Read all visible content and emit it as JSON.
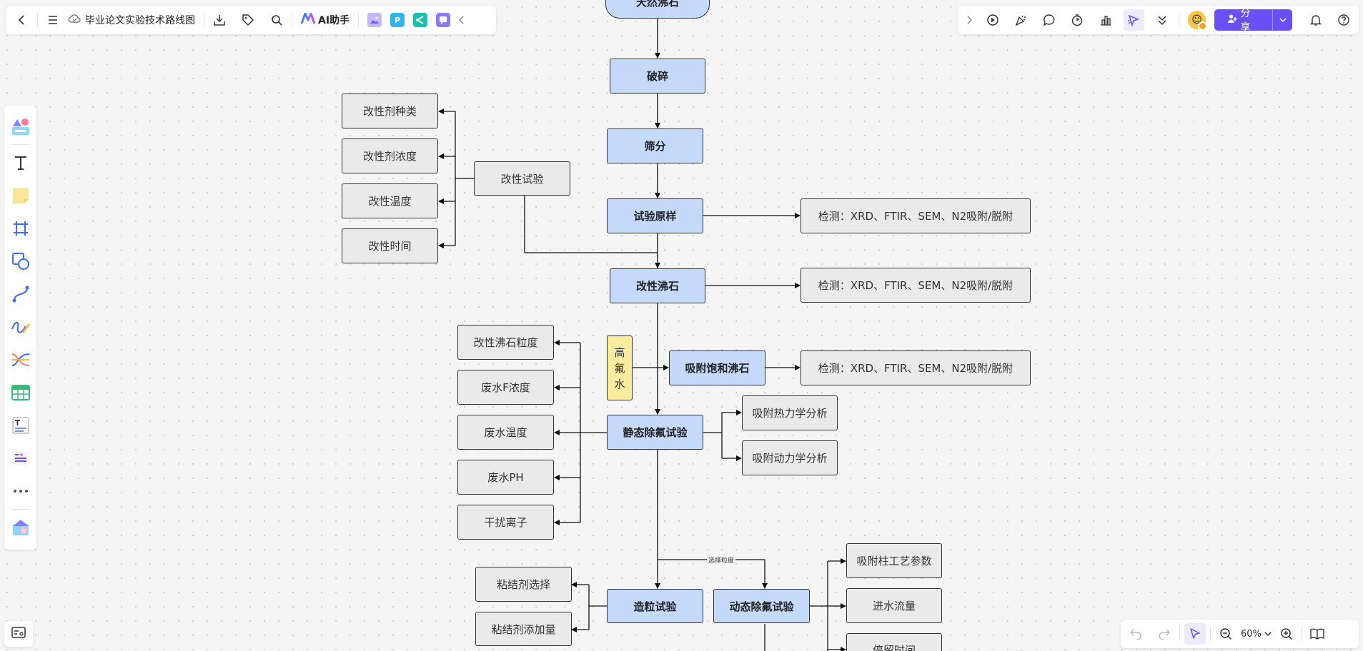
{
  "app": {
    "doc_title": "毕业论文实验技术路线图",
    "ai_label": "AI助手",
    "share_label": "分享",
    "zoom": "60%"
  },
  "toolbar_icons": {
    "top_left": [
      "back-icon",
      "menu-icon",
      "cloud-icon",
      "download-icon",
      "tag-icon",
      "search-icon",
      "ai-icon",
      "image-app-icon",
      "p-app-icon",
      "mindmap-app-icon",
      "chat-app-icon",
      "collapse-left-icon"
    ],
    "top_right": [
      "expand-right-icon",
      "play-icon",
      "celebrate-icon",
      "comment-icon",
      "timer-icon",
      "vote-icon",
      "laser-pointer-icon",
      "more-down-icon",
      "avatar",
      "bell-icon",
      "help-icon"
    ],
    "left_bar": [
      "template-icon",
      "text-icon",
      "sticky-note-icon",
      "frame-icon",
      "shape-icon",
      "connector-icon",
      "pen-icon",
      "mindmap-icon",
      "table-icon",
      "text-block-icon",
      "list-icon",
      "more-icon",
      "plugin-icon"
    ],
    "bottom_right": [
      "undo-icon",
      "redo-icon",
      "select-icon",
      "zoom-out-icon",
      "zoom-dropdown-icon",
      "zoom-in-icon",
      "book-icon"
    ]
  },
  "flowchart": {
    "natural_zeolite": "天然沸石",
    "crush": "破碎",
    "sieve": "筛分",
    "raw_sample": "试验原样",
    "modified_zeolite": "改性沸石",
    "saturated_zeolite": "吸附饱和沸石",
    "static_test": "静态除氟试验",
    "granulation_test": "造粒试验",
    "dynamic_test": "动态除氟试验",
    "high_fluoride_water": [
      "高",
      "氟",
      "水"
    ],
    "modification_test": "改性试验",
    "modifier_type": "改性剂种类",
    "modifier_conc": "改性剂浓度",
    "modify_temp": "改性温度",
    "modify_time": "改性时间",
    "detect_1": "检测：XRD、FTIR、SEM、N2吸附/脱附",
    "detect_2": "检测：XRD、FTIR、SEM、N2吸附/脱附",
    "detect_3": "检测：XRD、FTIR、SEM、N2吸附/脱附",
    "particle_size": "改性沸石粒度",
    "f_conc": "废水F浓度",
    "water_temp": "废水温度",
    "water_ph": "废水PH",
    "interfering_ions": "干扰离子",
    "thermo": "吸附热力学分析",
    "kinetics": "吸附动力学分析",
    "binder_choice": "粘结剂选择",
    "binder_amount": "粘结剂添加量",
    "column_params": "吸附柱工艺参数",
    "inflow_rate": "进水流量",
    "residence_time": "停留时间",
    "edge_label": "选择粒度"
  }
}
